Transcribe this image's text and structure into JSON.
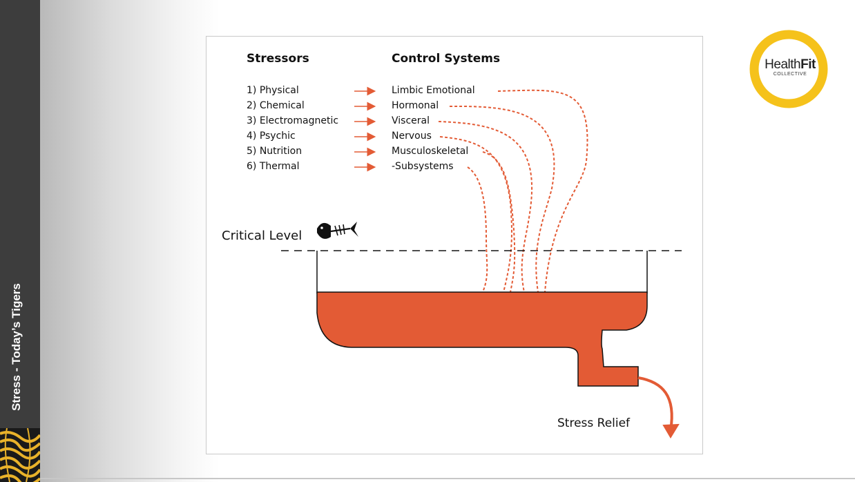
{
  "sidebar": {
    "title": "Stress - Today’s Tigers"
  },
  "logo": {
    "word_regular": "Health",
    "word_bold": "Fit",
    "subtitle": "COLLECTIVE",
    "accent": "#f5c21b"
  },
  "diagram": {
    "stressors_heading": "Stressors",
    "control_heading": "Control Systems",
    "stressors": [
      "1) Physical",
      "2) Chemical",
      "3) Electromagnetic",
      "4) Psychic",
      "5) Nutrition",
      "6) Thermal"
    ],
    "control_systems": [
      "Limbic Emotional",
      "Hormonal",
      "Visceral",
      "Nervous",
      "Musculoskeletal",
      "-Subsystems"
    ],
    "critical_level_label": "Critical Level",
    "stress_relief_label": "Stress Relief",
    "accent_color": "#e35b35"
  }
}
